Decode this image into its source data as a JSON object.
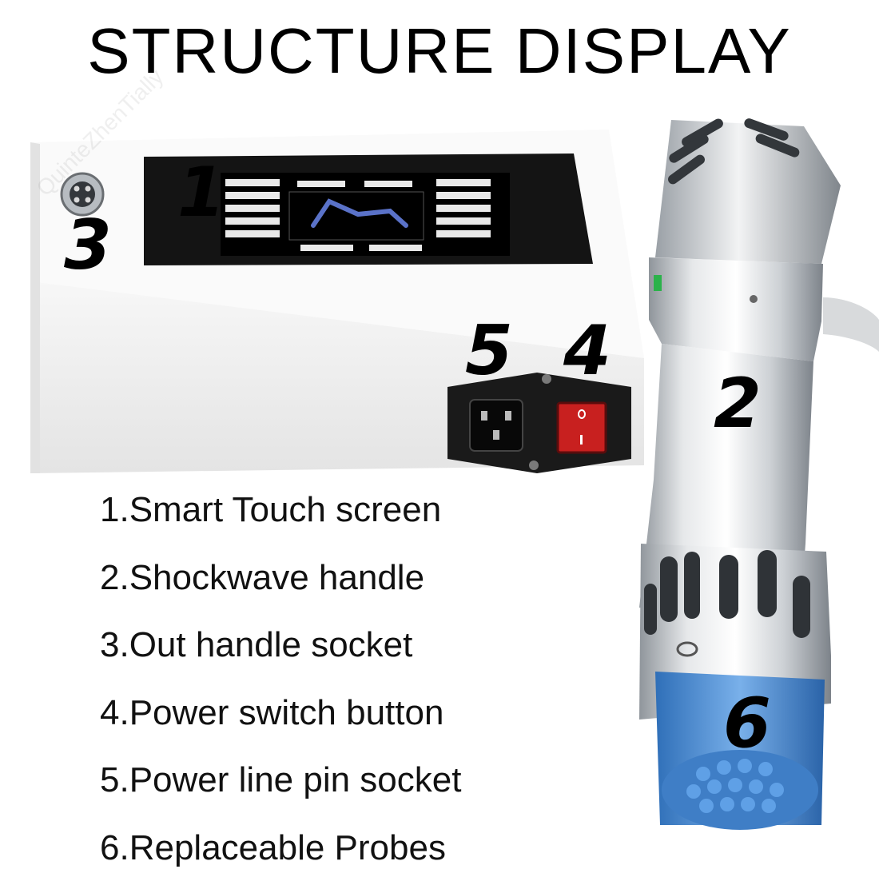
{
  "title": "STRUCTURE DISPLAY",
  "callouts": {
    "c1": "1",
    "c2": "2",
    "c3": "3",
    "c4": "4",
    "c5": "5",
    "c6": "6"
  },
  "legend": [
    "1.Smart Touch screen",
    "2.Shockwave handle",
    "3.Out handle socket",
    "4.Power switch button",
    "5.Power line pin socket",
    "6.Replaceable Probes"
  ],
  "watermark": "QuinteZhenTially",
  "colors": {
    "device_body": "#f3f3f3",
    "screen": "#111111",
    "switch": "#c8201f",
    "probe": "#4f8fd3",
    "handle": "#cfd2d6"
  }
}
